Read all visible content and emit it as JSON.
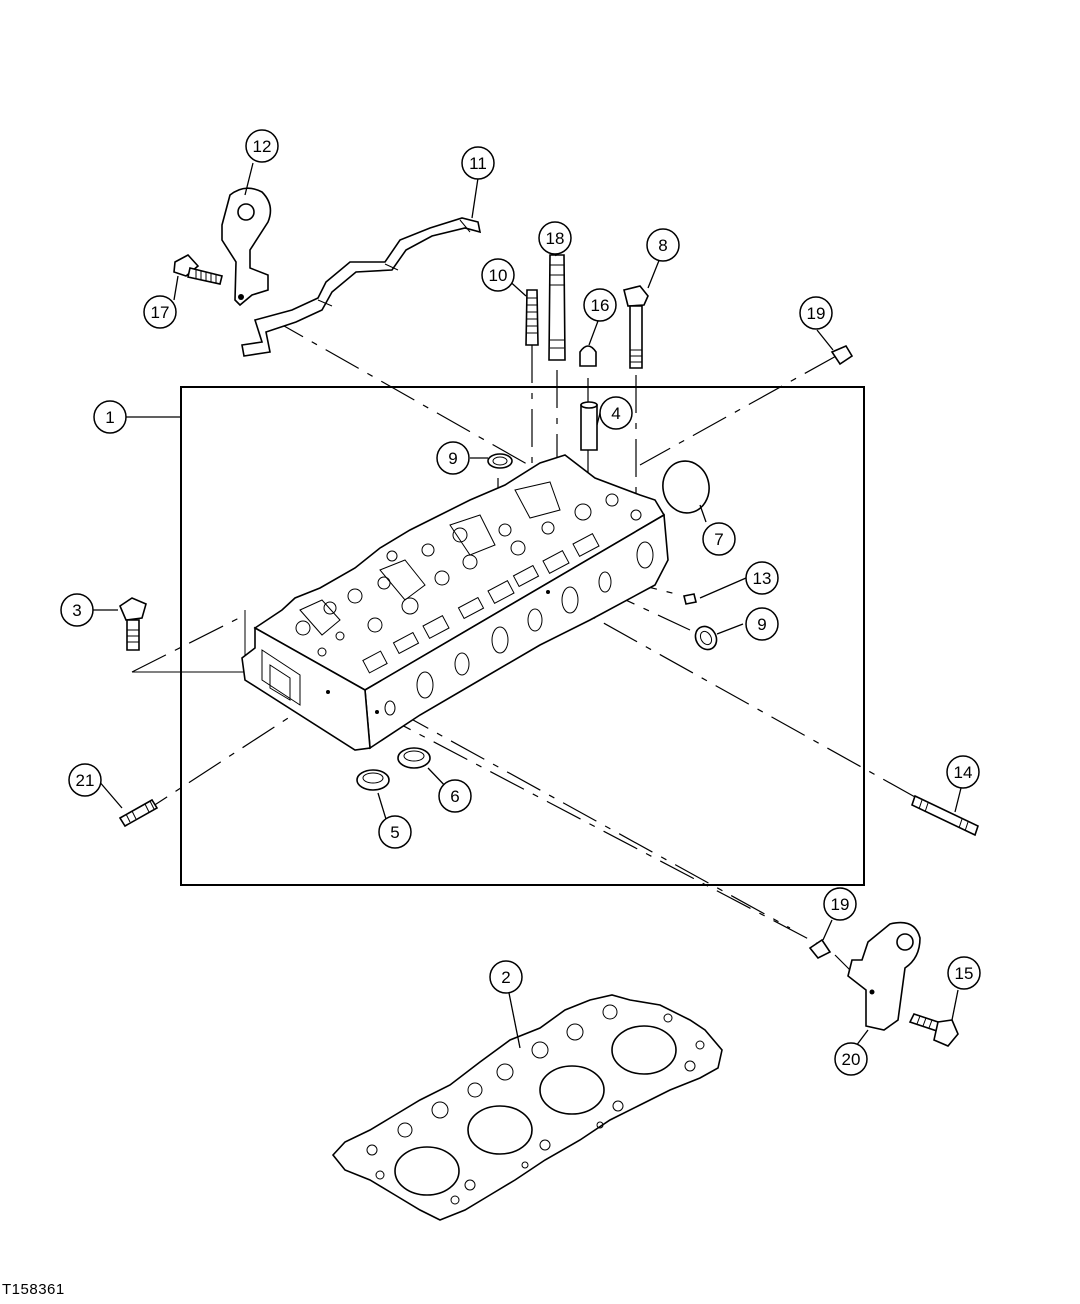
{
  "figure_id": "T158361",
  "callouts": [
    {
      "id": "c1",
      "label": "1"
    },
    {
      "id": "c2",
      "label": "2"
    },
    {
      "id": "c3",
      "label": "3"
    },
    {
      "id": "c4",
      "label": "4"
    },
    {
      "id": "c5",
      "label": "5"
    },
    {
      "id": "c6",
      "label": "6"
    },
    {
      "id": "c7",
      "label": "7"
    },
    {
      "id": "c8",
      "label": "8"
    },
    {
      "id": "c9a",
      "label": "9"
    },
    {
      "id": "c9b",
      "label": "9"
    },
    {
      "id": "c10",
      "label": "10"
    },
    {
      "id": "c11",
      "label": "11"
    },
    {
      "id": "c12",
      "label": "12"
    },
    {
      "id": "c13",
      "label": "13"
    },
    {
      "id": "c14",
      "label": "14"
    },
    {
      "id": "c15",
      "label": "15"
    },
    {
      "id": "c16",
      "label": "16"
    },
    {
      "id": "c17",
      "label": "17"
    },
    {
      "id": "c18",
      "label": "18"
    },
    {
      "id": "c19a",
      "label": "19"
    },
    {
      "id": "c19b",
      "label": "19"
    },
    {
      "id": "c20",
      "label": "20"
    },
    {
      "id": "c21",
      "label": "21"
    }
  ]
}
